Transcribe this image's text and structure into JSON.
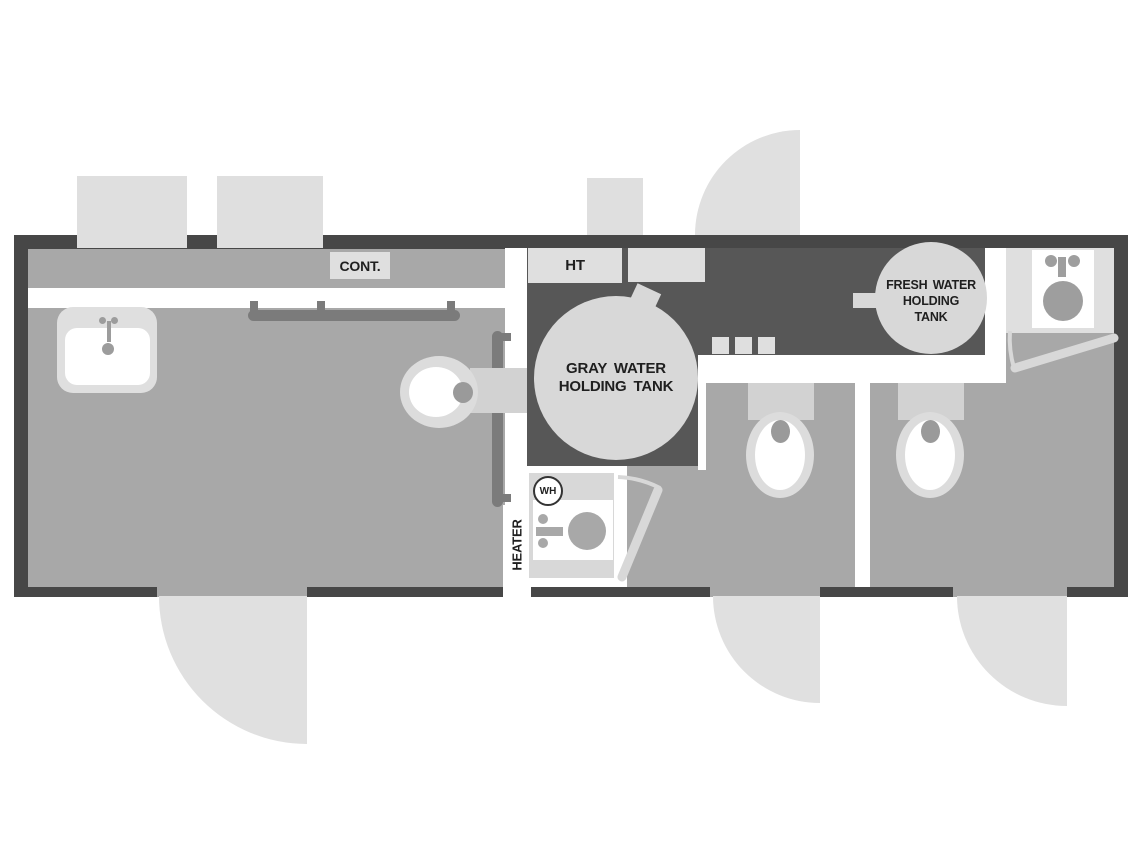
{
  "plan": {
    "labels": {
      "cont": "CONT.",
      "ht": "HT",
      "wh": "WH",
      "heater": "HEATER"
    },
    "gray_water_tank": {
      "line1": "GRAY WATER",
      "line2": "HOLDING TANK"
    },
    "fresh_water_tank": {
      "line1": "FRESH WATER",
      "line2": "HOLDING",
      "line3": "TANK"
    },
    "colors": {
      "wall": "#474747",
      "utility_area": "#575757",
      "floor": "#a8a8a8",
      "fixture_light": "#dfdfdf",
      "tank_fill": "#d8d8d8",
      "door_swing": "#e0e0e0",
      "grab_bar": "#7b7b7b",
      "label_text": "#1f1f1f",
      "white": "#ffffff"
    }
  }
}
